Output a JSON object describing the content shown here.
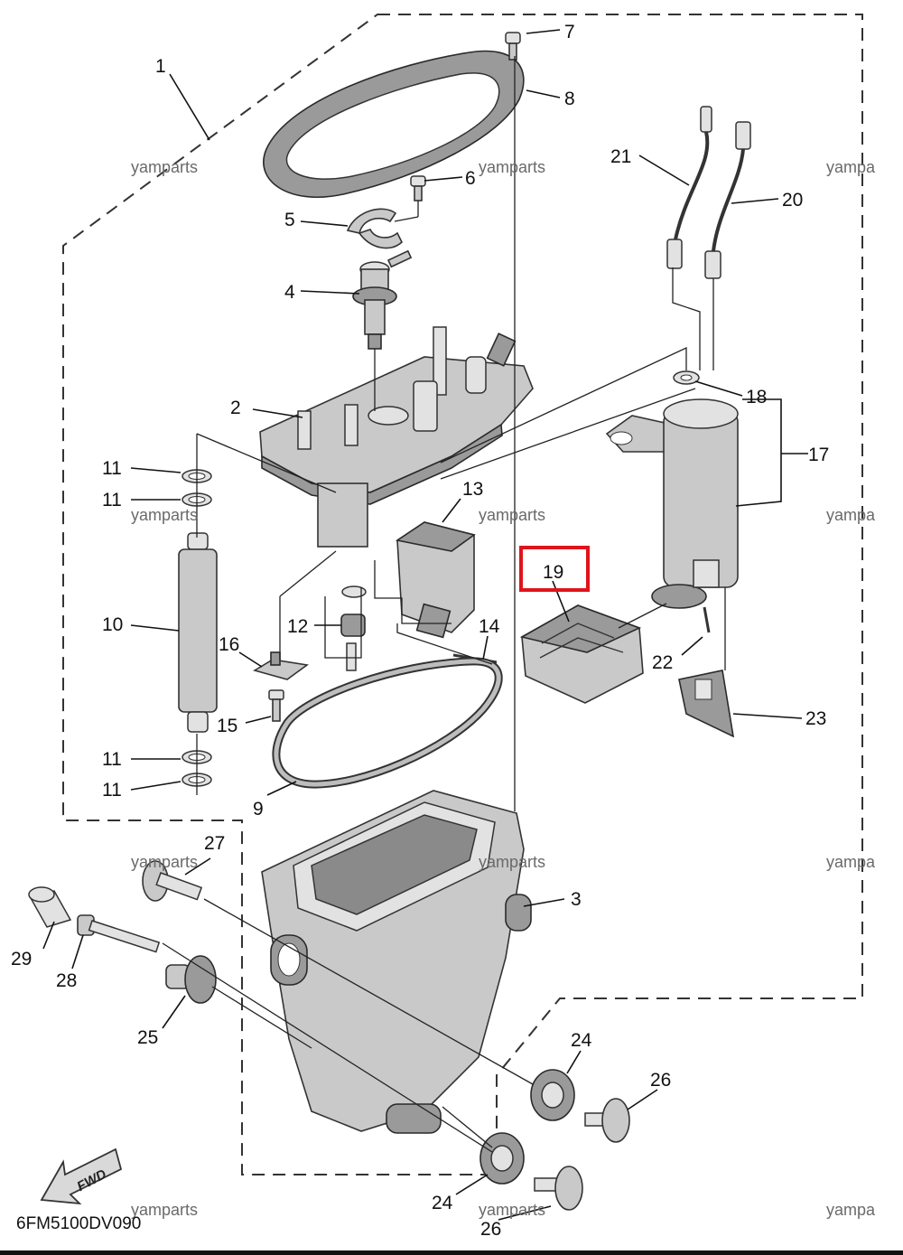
{
  "diagram": {
    "callouts": {
      "c1": "1",
      "c2": "2",
      "c3": "3",
      "c4": "4",
      "c5": "5",
      "c6": "6",
      "c7": "7",
      "c8": "8",
      "c9": "9",
      "c10": "10",
      "c11a": "11",
      "c11b": "11",
      "c11c": "11",
      "c11d": "11",
      "c12": "12",
      "c13": "13",
      "c14": "14",
      "c15": "15",
      "c16": "16",
      "c17": "17",
      "c18": "18",
      "c19": "19",
      "c20": "20",
      "c21": "21",
      "c22": "22",
      "c23": "23",
      "c24a": "24",
      "c24b": "24",
      "c25": "25",
      "c26a": "26",
      "c26b": "26",
      "c27": "27",
      "c28": "28",
      "c29": "29"
    },
    "watermark": "yamparts",
    "watermark_cut": "yampa",
    "diagram_code": "6FM5100DV090",
    "fwd_label": "FWD",
    "highlight_color": "#e0141b"
  }
}
